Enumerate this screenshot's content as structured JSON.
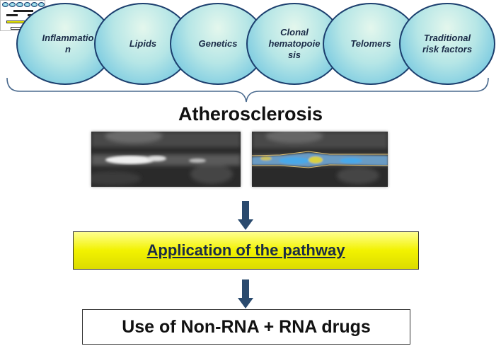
{
  "factors": [
    {
      "label": "Inflammatio\nn"
    },
    {
      "label": "Lipids"
    },
    {
      "label": "Genetics"
    },
    {
      "label": "Clonal\nhematopoie\nsis"
    },
    {
      "label": "Telomers"
    },
    {
      "label": "Traditional\nrisk factors"
    }
  ],
  "title": "Atherosclerosis",
  "pathway_label": "Application of the pathway",
  "drugs_label": "Use of Non-RNA + RNA drugs",
  "colors": {
    "bubble_border": "#1c3f6e",
    "bubble_fill": "#5cbcde",
    "pathway_fill": "#f2f200",
    "arrow": "#2a4a6e"
  }
}
